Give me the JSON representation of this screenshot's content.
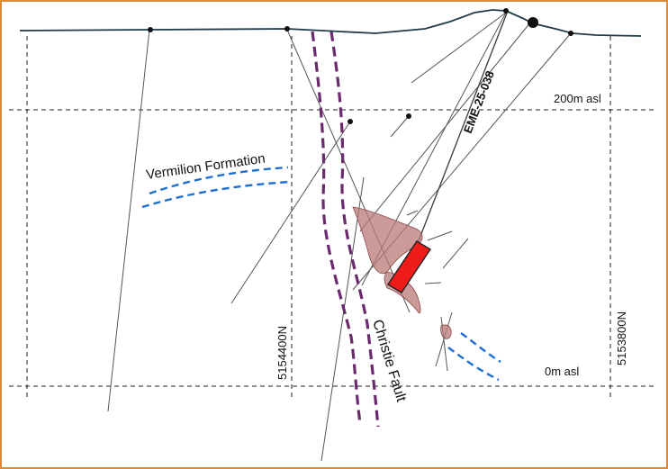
{
  "labels": {
    "elev_200": "200m asl",
    "elev_0": "0m asl",
    "northing_left": "5154400N",
    "northing_right": "5153800N",
    "hole_name": "EME-25-038",
    "formation": "Vermilion Formation",
    "fault": "Christie Fault"
  },
  "colors": {
    "frame": "#d98a3a",
    "topography": "#1f3b4a",
    "fault": "#6a2a6e",
    "formation": "#1f6fd0",
    "target": "#ef1c1c",
    "mineralization": "#b97a78",
    "drillhole": "#555555"
  }
}
